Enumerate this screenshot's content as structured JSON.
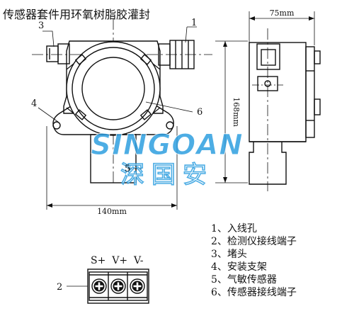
{
  "header": {
    "note": "传感器套件用环氧树脂胶灌封"
  },
  "callouts": {
    "c1": "1",
    "c2": "2",
    "c3": "3",
    "c4": "4",
    "c5": "5",
    "c6": "6"
  },
  "dimensions": {
    "width_front": "140mm",
    "width_side": "75mm",
    "height_side": "168mm"
  },
  "terminal": {
    "labels": "S+  V+  V-"
  },
  "watermark": {
    "brand": "SINGOAN",
    "cn": "深国安",
    "color": "#2f9fe0"
  },
  "legend": {
    "items": [
      "1、入线孔",
      "2、检测仪接线端子",
      "3、堵头",
      "4、安装支架",
      "5、气敏传感器",
      "6、传感器接线端子"
    ]
  }
}
